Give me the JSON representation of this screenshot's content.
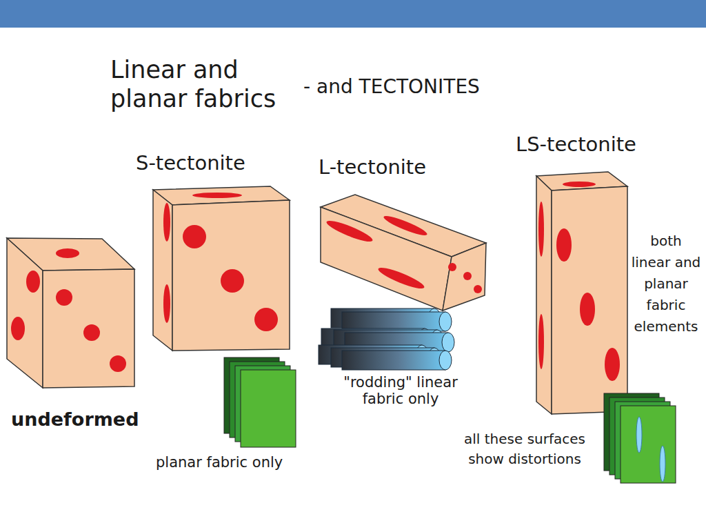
{
  "diagram": {
    "title": "Linear and planar fabrics",
    "labels": [
      "- and TECTONITES",
      "S-tectonite",
      "L-tectonite",
      "LS-tectonite",
      "undeformed",
      "planar fabric only",
      "\"rodding\" linear fabric only",
      "both linear and planar fabric elements",
      "all these surfaces show distortions"
    ]
  }
}
